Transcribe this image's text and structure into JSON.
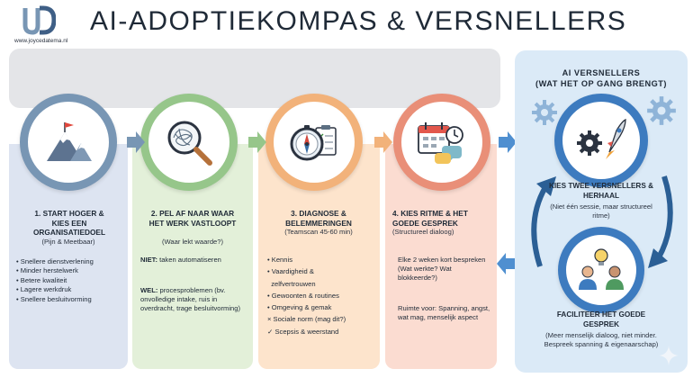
{
  "brand": {
    "logo_text": "JD",
    "website": "www.joycedatema.nl",
    "color": "#7896b4"
  },
  "title": "AI-ADOPTIEKOMPAS & VERSNELLERS",
  "steps": [
    {
      "title": "1. START HOGER & KIES EEN ORGANISATIEDOEL",
      "subtitle": "(Pijn & Meetbaar)",
      "icon": "mountain-flag-icon",
      "color": "#7896b4",
      "bullets": [
        "Snellere dienstverlening",
        "Minder herstelwerk",
        "Betere kwaliteit",
        "Lagere werkdruk",
        "Snellere besluitvorming"
      ]
    },
    {
      "title": "2. PEL AF NAAR WAAR HET WERK VASTLOOPT",
      "subtitle": "(Waar lekt waarde?)",
      "icon": "magnifier-tangle-icon",
      "color": "#96c68a",
      "niet_label": "NIET:",
      "niet_text": " taken automatiseren",
      "wel_label": "WEL:",
      "wel_text": " procesproblemen (bv. onvolledige intake, ruis in overdracht, trage besluitvorming)"
    },
    {
      "title": "3. DIAGNOSE & BELEMMERINGEN",
      "subtitle": "(Teamscan 45-60 min)",
      "icon": "compass-checklist-icon",
      "color": "#f2b27a",
      "bullets": [
        "• Kennis",
        "• Vaardigheid &",
        "  zelfvertrouwen",
        "• Gewoonten & routines",
        "• Omgeving & gemak",
        "× Sociale norm (mag dit?)",
        "✓ Scepsis & weerstand"
      ]
    },
    {
      "title": "4. KIES RITME & HET GOEDE GESPREK",
      "subtitle": "(Structureel dialoog)",
      "icon": "calendar-chat-icon",
      "color": "#e98f78",
      "para1": "Elke 2 weken kort bespreken (Wat werkte? Wat blokkeerde?)",
      "para2": "Ruimte voor: Spanning, angst, wat mag, menselijk aspect"
    }
  ],
  "accelerators": {
    "title": "AI VERSNELLERS",
    "subtitle": "(WAT HET OP GANG BRENGT)",
    "color": "#4f8fd0",
    "item1_title": "KIES TWEE VERSNELLERS & HERHAAL",
    "item1_sub": "(Niet één sessie, maar structureel ritme)",
    "item1_icon": "gears-rocket-icon",
    "item2_title": "FACILITEER HET GOEDE GESPREK",
    "item2_sub": "(Meer menselijk dialoog, niet minder. Bespreek spanning & eigenaarschap)",
    "item2_icon": "people-lightbulb-icon"
  }
}
